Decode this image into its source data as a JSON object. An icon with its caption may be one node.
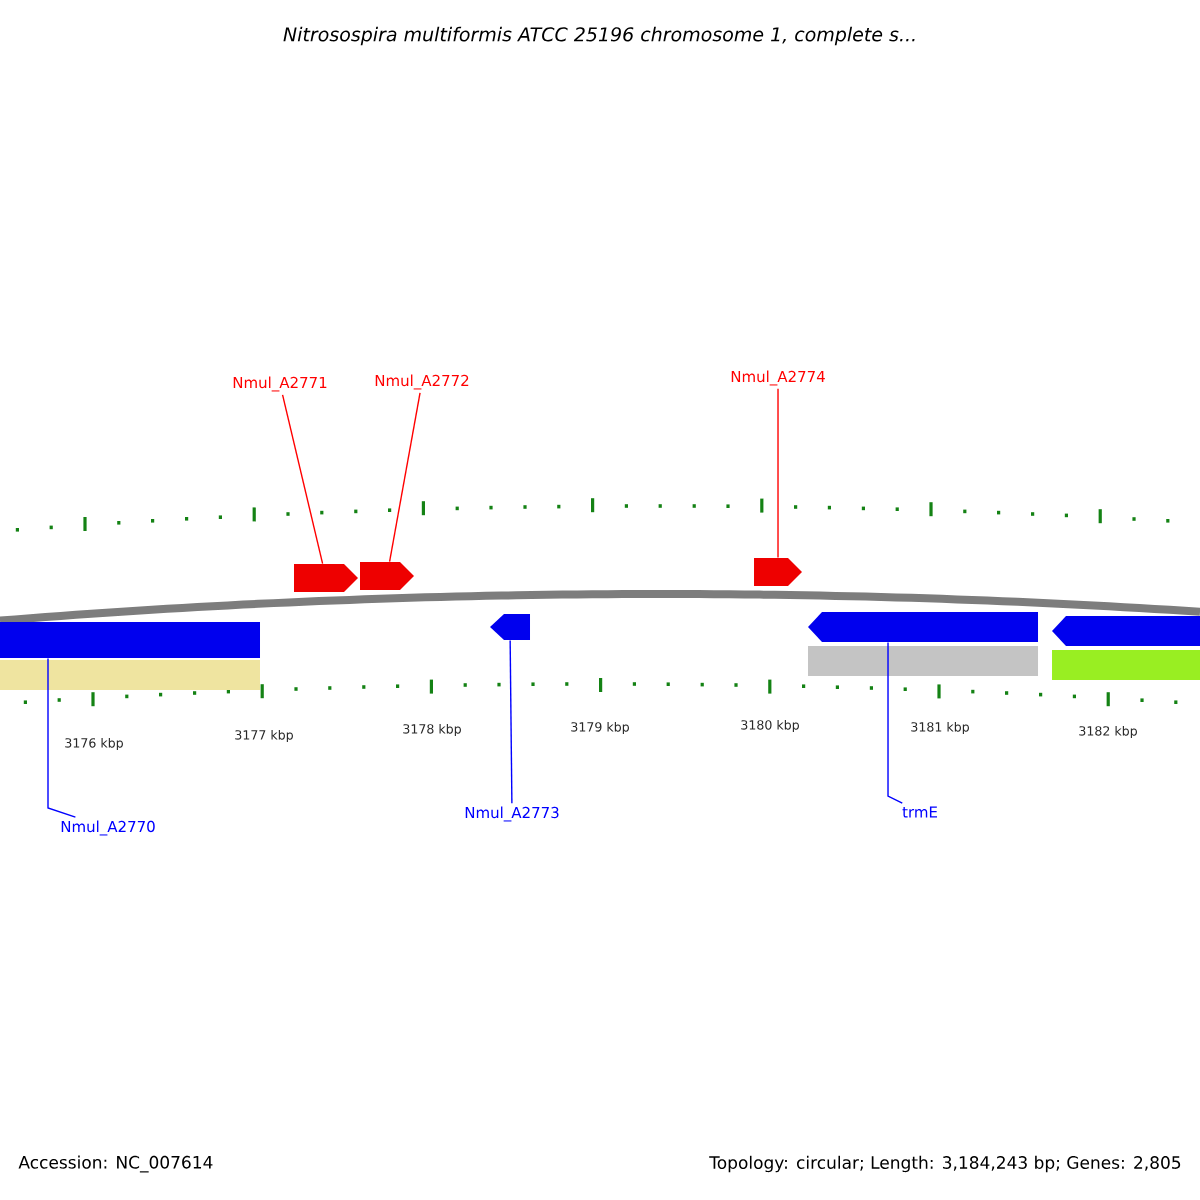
{
  "diagram": {
    "title": "Nitrosospira multiformis ATCC 25196 chromosome 1, complete s...",
    "nodes": [
      {
        "text": [
          "Nmul_A2771"
        ]
      },
      {
        "text": [
          "Nmul_A2772"
        ]
      },
      {
        "text": [
          "Nmul_A2774"
        ]
      },
      {
        "text": [],
        "shape": "arrow"
      },
      {
        "text": [],
        "shape": "arrow"
      },
      {
        "text": [],
        "shape": "arrow"
      },
      {
        "text": [],
        "shape": "bar"
      },
      {
        "text": [],
        "shape": "bar"
      },
      {
        "text": [],
        "shape": "arrow"
      },
      {
        "text": [],
        "shape": "arrow"
      },
      {
        "text": [],
        "shape": "bar"
      },
      {
        "text": [],
        "shape": "arrow"
      },
      {
        "text": [],
        "shape": "bar"
      },
      {
        "text": [
          "Nmul_A2770"
        ]
      },
      {
        "text": [
          "Nmul_A2773"
        ]
      },
      {
        "text": [
          "trmE"
        ]
      }
    ],
    "edges": [
      {
        "from": 0,
        "to": 3,
        "arrow": "none",
        "color": "#ff0000"
      },
      {
        "from": 1,
        "to": 4,
        "arrow": "none",
        "color": "#ff0000"
      },
      {
        "from": 2,
        "to": 5,
        "arrow": "none",
        "color": "#ff0000"
      },
      {
        "from": 13,
        "to": 6,
        "arrow": "none",
        "color": "#0000ff"
      },
      {
        "from": 14,
        "to": 8,
        "arrow": "none",
        "color": "#0000ff"
      },
      {
        "from": 15,
        "to": 9,
        "arrow": "none",
        "color": "#0000ff"
      }
    ],
    "labels": [
      "3176 kbp",
      "3177 kbp",
      "3178 kbp",
      "3179 kbp",
      "3180 kbp",
      "3181 kbp",
      "3182 kbp",
      "Accession: NC_007614",
      "Topology: circular; Length: 3,184,243 bp; Genes: 2,805"
    ]
  }
}
